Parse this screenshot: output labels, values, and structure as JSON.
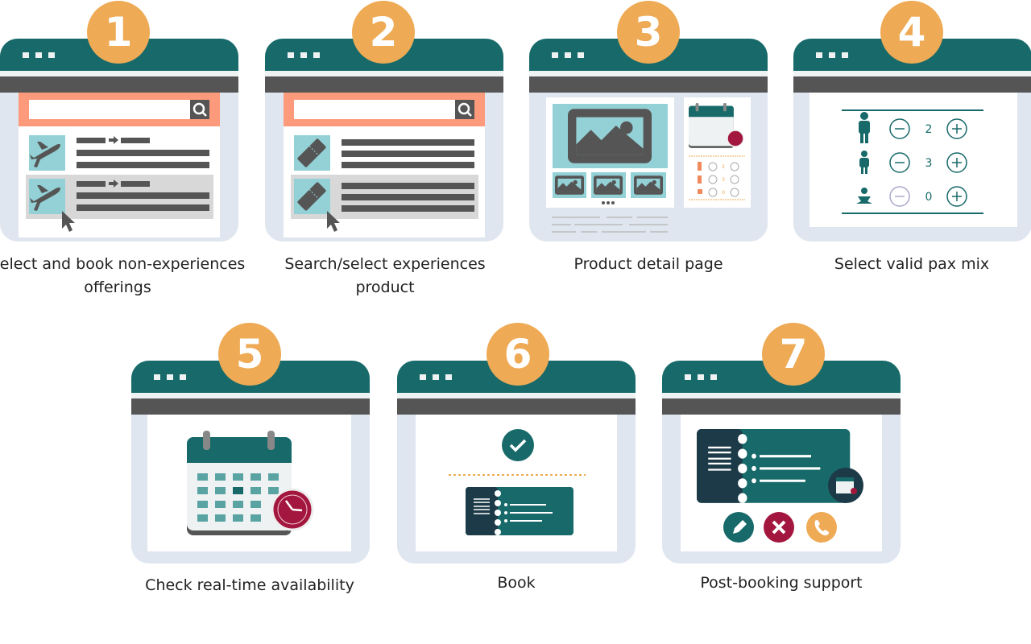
{
  "colors": {
    "teal": "#186a6a",
    "orange": "#eeaa55",
    "salmon": "#fc9a7b",
    "light_teal": "#93d1d6",
    "dark_gray": "#555555",
    "crimson": "#a3173f",
    "frame": "#dfe6f0"
  },
  "steps": [
    {
      "number": "1",
      "label": "Select and book non-experiences offerings",
      "icon": "flight-list-icon"
    },
    {
      "number": "2",
      "label": "Search/select experiences product",
      "icon": "ticket-list-icon"
    },
    {
      "number": "3",
      "label": "Product detail page",
      "icon": "product-page-icon"
    },
    {
      "number": "4",
      "label": "Select valid pax mix",
      "icon": "pax-selector-icon",
      "pax": [
        "2",
        "3",
        "0"
      ]
    },
    {
      "number": "5",
      "label": "Check real-time availability",
      "icon": "calendar-clock-icon"
    },
    {
      "number": "6",
      "label": "Book",
      "icon": "ticket-check-icon"
    },
    {
      "number": "7",
      "label": "Post-booking support",
      "icon": "ticket-support-icon"
    }
  ]
}
